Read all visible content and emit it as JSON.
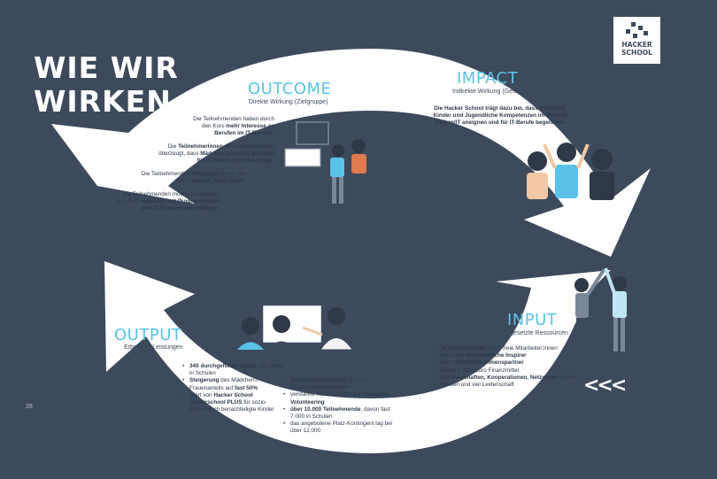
{
  "title": {
    "line1": "WIE WIR",
    "line2": "WIRKEN"
  },
  "logo": {
    "line1": "HACKER",
    "line2": "SCHOOL"
  },
  "outcome": {
    "heading": "OUTCOME",
    "subtitle": "Direkte Wirkung (Zielgruppe)",
    "p1": {
      "a": "Die Teilnehmenden haben durch den Kurs ",
      "b": "mehr Interesse an Berufen im IT-Bereich",
      "c": "."
    },
    "p2": {
      "a": "Die ",
      "b": "Teilnehmerinnen",
      "c": " sind nach dem Kurs überzeugt, dass ",
      "d": "Mädchen genauso geeignet für IT-Berufe sind wie Jungs",
      "e": "."
    },
    "p3": {
      "a": "Die Teilnehmenden ",
      "b": "entdecken",
      "c": " durch den Kurs, ",
      "d": "dass IT Spaß macht",
      "e": "."
    },
    "p4": {
      "a": "Die Teilnehmenden möchten sich nach dem Kurs ",
      "b": "weiterhin mit Programmieren und IT-Themen beschäftigen",
      "c": "."
    }
  },
  "impact": {
    "heading": "IMPACT",
    "subtitle": "Indirekte Wirkung (Gesellschaft)",
    "text": "Die Hacker School trägt dazu bei, dass sich mehr Kinder und Jugendliche Kompetenzen im Bereich Coding/IT aneignen und für IT-Berufe begeistern."
  },
  "input": {
    "heading": "INPUT",
    "subtitle": "Eingesetzte Ressourcen",
    "items": [
      {
        "b": "34 Mitarbeitende",
        "t": " und 5 freie Mitarbeiter:innen"
      },
      {
        "t": "fast ",
        "b": "1700 ehrenamtliche Inspirer"
      },
      {
        "t": "über ",
        "b": "500 Unternehmenspartner"
      },
      {
        "t": "knapp 1 Mio. Euro Finanzmittel"
      },
      {
        "b": "Partnerschaften, Kooperationen, Netzwerke",
        "t": " starten"
      },
      {
        "t": "Wissen und viel Leidenschaft"
      }
    ]
  },
  "output": {
    "heading": "OUTPUT",
    "subtitle": "Erbrachte Leistungen",
    "col1": [
      {
        "b": "340 durchgeführte Kurse",
        "t": ", 2/3 davon in Schulen"
      },
      {
        "b": "Steigerung",
        "t": " des Mädchen-/ Frauenanteils auf ",
        "b2": "fast 50%"
      },
      {
        "t": "Start von ",
        "b": "Hacker School @yourschool PLUS",
        "t2": " für sozio-ökonomisch benachteiligte Kinder"
      }
    ],
    "col2": [
      {
        "b": "Professionalisierung",
        "t": " unseres Wirkungsmanagements"
      },
      {
        "t": "verstärkte Konzentration auf ",
        "b": "Corporate Volunteering"
      },
      {
        "b": "über 10.000 Teilnehmende",
        "t": ", davon fast 7.000 in Schulen"
      },
      {
        "t": "das angebotene Platz-Kontingent lag bei über 12.000"
      }
    ]
  },
  "page_number": "28",
  "chevrons": "<<<",
  "colors": {
    "background": "#3d4a5c",
    "accent": "#5bc2e7",
    "band": "#ffffff"
  }
}
